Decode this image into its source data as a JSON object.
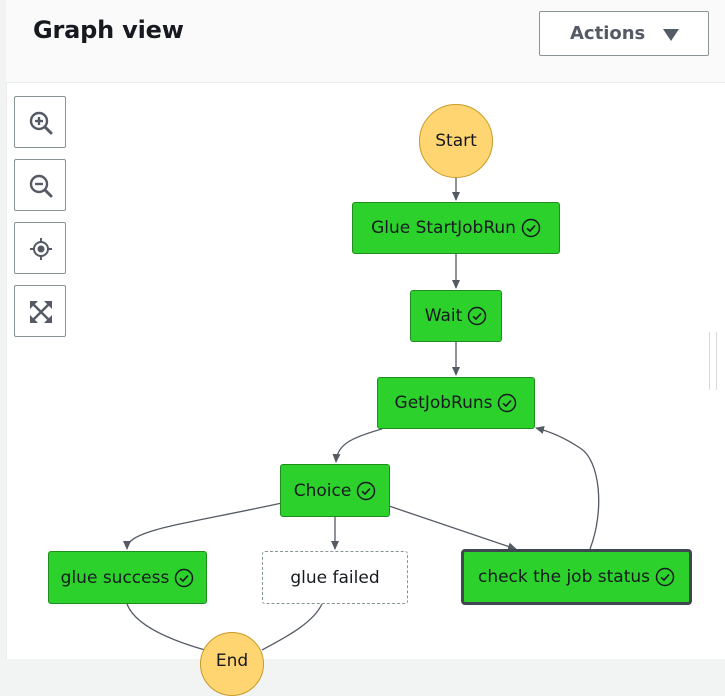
{
  "header": {
    "title": "Graph view",
    "actions_label": "Actions"
  },
  "controls": [
    {
      "name": "zoom-in",
      "icon": "zoom-in-icon"
    },
    {
      "name": "zoom-out",
      "icon": "zoom-out-icon"
    },
    {
      "name": "center",
      "icon": "center-target-icon"
    },
    {
      "name": "fit",
      "icon": "expand-arrows-icon"
    }
  ],
  "graph": {
    "nodes": {
      "start": {
        "label": "Start",
        "status": "terminal"
      },
      "glue_startjobrun": {
        "label": "Glue StartJobRun",
        "status": "succeeded"
      },
      "wait": {
        "label": "Wait",
        "status": "succeeded"
      },
      "getjobruns": {
        "label": "GetJobRuns",
        "status": "succeeded"
      },
      "choice": {
        "label": "Choice",
        "status": "succeeded"
      },
      "glue_success": {
        "label": "glue success",
        "status": "succeeded"
      },
      "glue_failed": {
        "label": "glue failed",
        "status": "not-run"
      },
      "check_job_status": {
        "label": "check the job status",
        "status": "succeeded",
        "selected": true
      },
      "end": {
        "label": "End",
        "status": "terminal"
      }
    }
  },
  "colors": {
    "success": "#2cd12c",
    "terminal": "#ffd571",
    "edge": "#545b64"
  }
}
